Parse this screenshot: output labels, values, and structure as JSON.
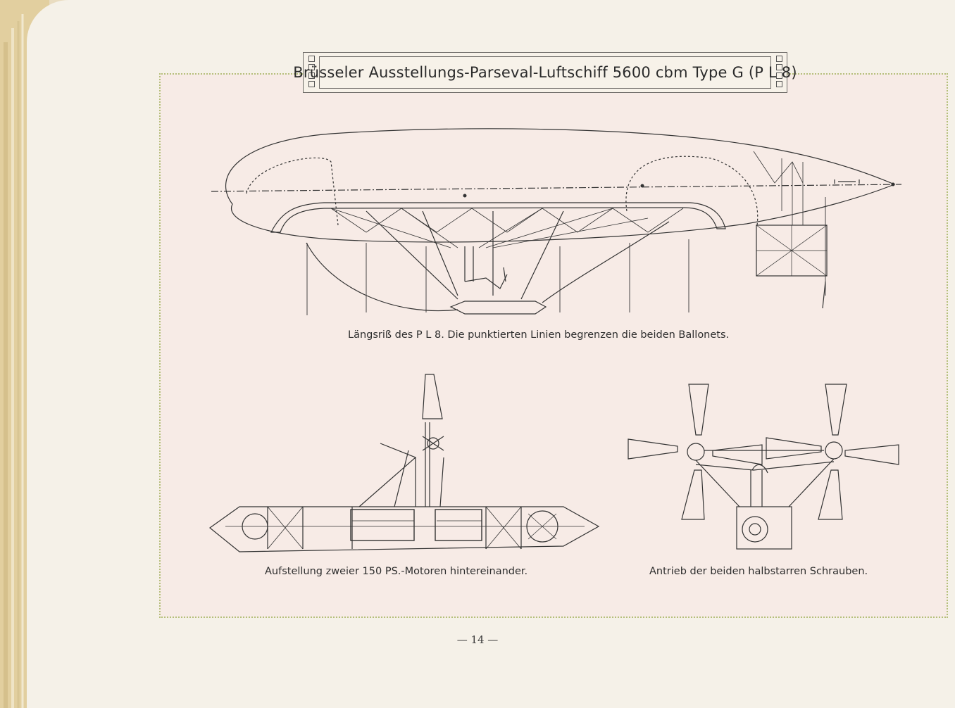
{
  "header": {
    "title": "Brüsseler Ausstellungs-Parseval-Luftschiff 5600 cbm Type G (P L 8)"
  },
  "figures": [
    {
      "id": "fig-longitudinal",
      "caption": "Längsriß des P L 8.  Die punktierten Linien begrenzen die beiden Ballonets."
    },
    {
      "id": "fig-motors",
      "caption": "Aufstellung zweier 150 PS.-Motoren hintereinander."
    },
    {
      "id": "fig-propellers",
      "caption": "Antrieb der beiden halbstarren Schrauben."
    }
  ],
  "footer": {
    "page_number": "— 14 —"
  }
}
